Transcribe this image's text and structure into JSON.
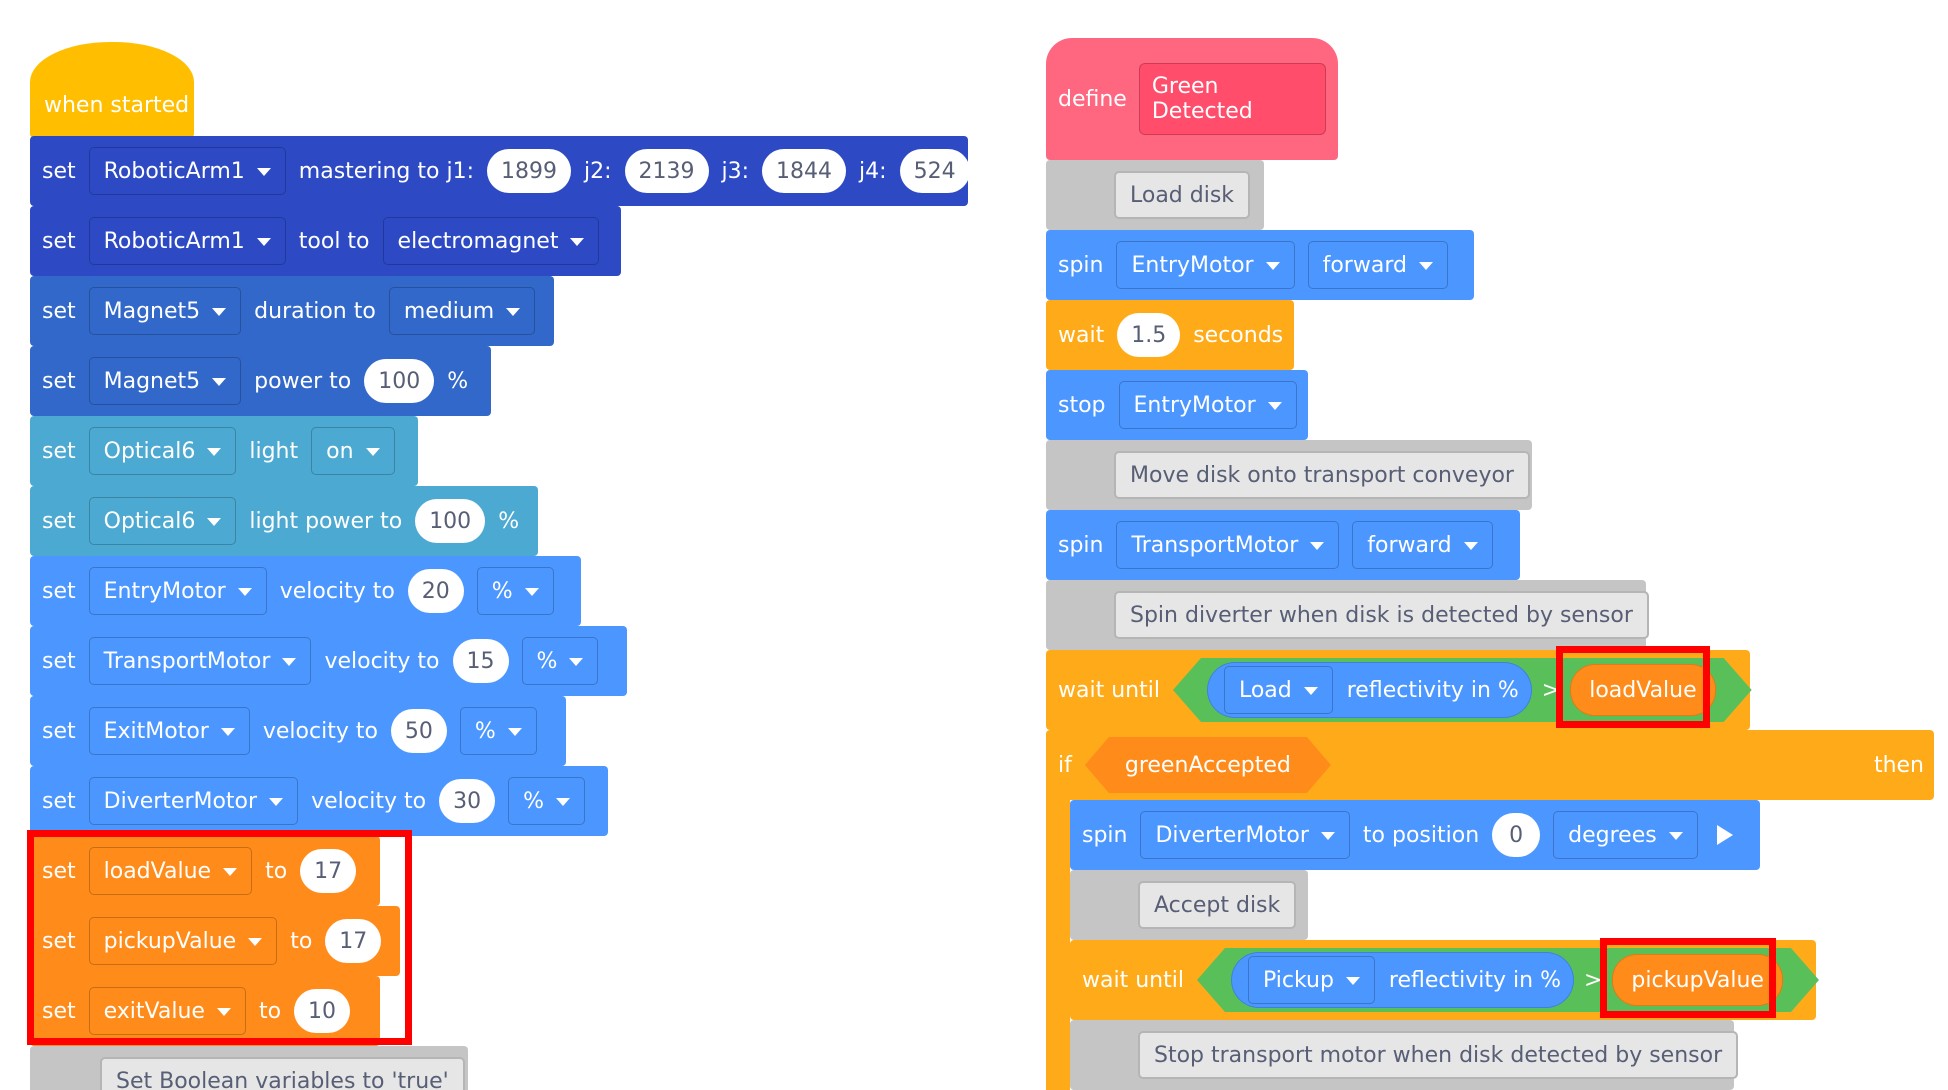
{
  "left_script": {
    "hat_label": "when started",
    "blocks": [
      {
        "kind": "set",
        "cat": "arm",
        "word": "set",
        "dd": "RoboticArm1",
        "label": "mastering to j1:",
        "v1": "1899",
        "l2": "j2:",
        "v2": "2139",
        "l3": "j3:",
        "v3": "1844",
        "l4": "j4:",
        "v4": "524"
      },
      {
        "kind": "set",
        "cat": "arm",
        "word": "set",
        "dd": "RoboticArm1",
        "label": "tool to",
        "dd2": "electromagnet"
      },
      {
        "kind": "set",
        "cat": "mag",
        "word": "set",
        "dd": "Magnet5",
        "label": "duration to",
        "dd2": "medium"
      },
      {
        "kind": "set",
        "cat": "mag",
        "word": "set",
        "dd": "Magnet5",
        "label": "power to",
        "num": "100",
        "unit": "%"
      },
      {
        "kind": "set",
        "cat": "opt",
        "word": "set",
        "dd": "Optical6",
        "label": "light",
        "dd2": "on"
      },
      {
        "kind": "set",
        "cat": "opt",
        "word": "set",
        "dd": "Optical6",
        "label": "light power to",
        "num": "100",
        "unit": "%"
      },
      {
        "kind": "set",
        "cat": "mot",
        "word": "set",
        "dd": "EntryMotor",
        "label": "velocity to",
        "num": "20",
        "dd2": "%"
      },
      {
        "kind": "set",
        "cat": "mot",
        "word": "set",
        "dd": "TransportMotor",
        "label": "velocity to",
        "num": "15",
        "dd2": "%"
      },
      {
        "kind": "set",
        "cat": "mot",
        "word": "set",
        "dd": "ExitMotor",
        "label": "velocity to",
        "num": "50",
        "dd2": "%"
      },
      {
        "kind": "set",
        "cat": "mot",
        "word": "set",
        "dd": "DiverterMotor",
        "label": "velocity to",
        "num": "30",
        "dd2": "%"
      },
      {
        "kind": "set",
        "cat": "var",
        "word": "set",
        "dd": "loadValue",
        "label": "to",
        "num": "17"
      },
      {
        "kind": "set",
        "cat": "var",
        "word": "set",
        "dd": "pickupValue",
        "label": "to",
        "num": "17"
      },
      {
        "kind": "set",
        "cat": "var",
        "word": "set",
        "dd": "exitValue",
        "label": "to",
        "num": "10"
      },
      {
        "kind": "comment",
        "text": "Set Boolean variables to 'true'"
      }
    ]
  },
  "right_script": {
    "define_word": "define",
    "define_name": "Green Detected",
    "blocks": [
      {
        "kind": "comment",
        "text": "Load disk"
      },
      {
        "kind": "spin",
        "word": "spin",
        "dd": "EntryMotor",
        "dd2": "forward"
      },
      {
        "kind": "wait",
        "word": "wait",
        "num": "1.5",
        "unit": "seconds"
      },
      {
        "kind": "stop",
        "word": "stop",
        "dd": "EntryMotor"
      },
      {
        "kind": "comment",
        "text": "Move disk onto transport conveyor"
      },
      {
        "kind": "spin",
        "word": "spin",
        "dd": "TransportMotor",
        "dd2": "forward"
      },
      {
        "kind": "comment",
        "text": "Spin diverter when disk is detected by sensor"
      },
      {
        "kind": "waituntil",
        "word": "wait until",
        "sensor": "Load",
        "sensor_label": "reflectivity in %",
        "op": ">",
        "var": "loadValue"
      },
      {
        "kind": "if",
        "word": "if",
        "cond": "greenAccepted",
        "then": "then"
      },
      {
        "kind": "spinpos",
        "word": "spin",
        "dd": "DiverterMotor",
        "label": "to position",
        "num": "0",
        "dd2": "degrees"
      },
      {
        "kind": "comment",
        "text": "Accept disk"
      },
      {
        "kind": "waituntil",
        "word": "wait until",
        "sensor": "Pickup",
        "sensor_label": "reflectivity in %",
        "op": ">",
        "var": "pickupValue"
      },
      {
        "kind": "comment",
        "text": "Stop transport motor when disk detected by sensor"
      }
    ]
  },
  "colors": {
    "control": "#ffab19",
    "hat": "#ffbf00",
    "robotic_arm": "#2d4ac4",
    "magnet": "#3268c9",
    "optical": "#4ca9d1",
    "motion": "#4c97ff",
    "variables": "#ff8c1a",
    "comment": "#c5c5c5",
    "define": "#ff6680",
    "operators": "#59c059",
    "highlight": "#ff0000"
  }
}
